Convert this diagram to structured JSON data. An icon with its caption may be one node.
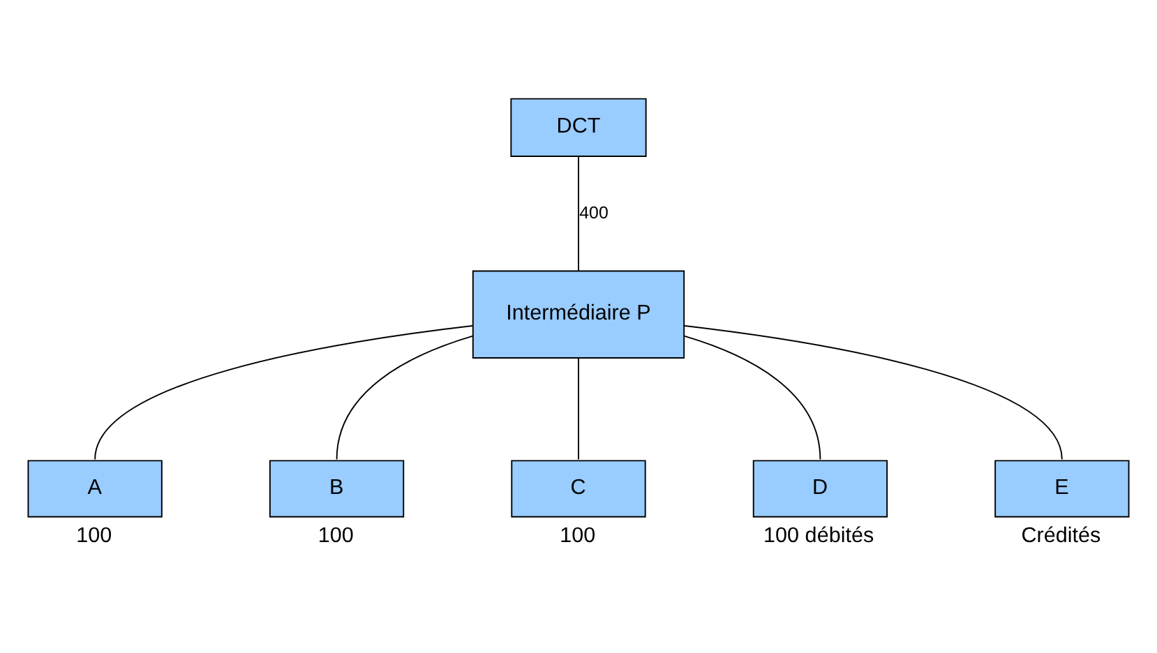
{
  "diagram": {
    "nodes": [
      {
        "text": [
          "DCT"
        ]
      },
      {
        "text": [
          "Intermédiaire P"
        ]
      },
      {
        "text": [
          "A"
        ],
        "beside": [
          "100"
        ]
      },
      {
        "text": [
          "B"
        ],
        "beside": [
          "100"
        ]
      },
      {
        "text": [
          "C"
        ],
        "beside": [
          "100"
        ]
      },
      {
        "text": [
          "D"
        ],
        "beside": [
          "100 débités"
        ]
      },
      {
        "text": [
          "E"
        ],
        "beside": [
          "Crédités"
        ]
      }
    ],
    "edges": [
      {
        "from": 0,
        "to": 1,
        "arrow": "none",
        "label": "400"
      },
      {
        "from": 1,
        "to": 2,
        "arrow": "none"
      },
      {
        "from": 1,
        "to": 3,
        "arrow": "none"
      },
      {
        "from": 1,
        "to": 4,
        "arrow": "none"
      },
      {
        "from": 1,
        "to": 5,
        "arrow": "none"
      },
      {
        "from": 1,
        "to": 6,
        "arrow": "none"
      }
    ]
  }
}
